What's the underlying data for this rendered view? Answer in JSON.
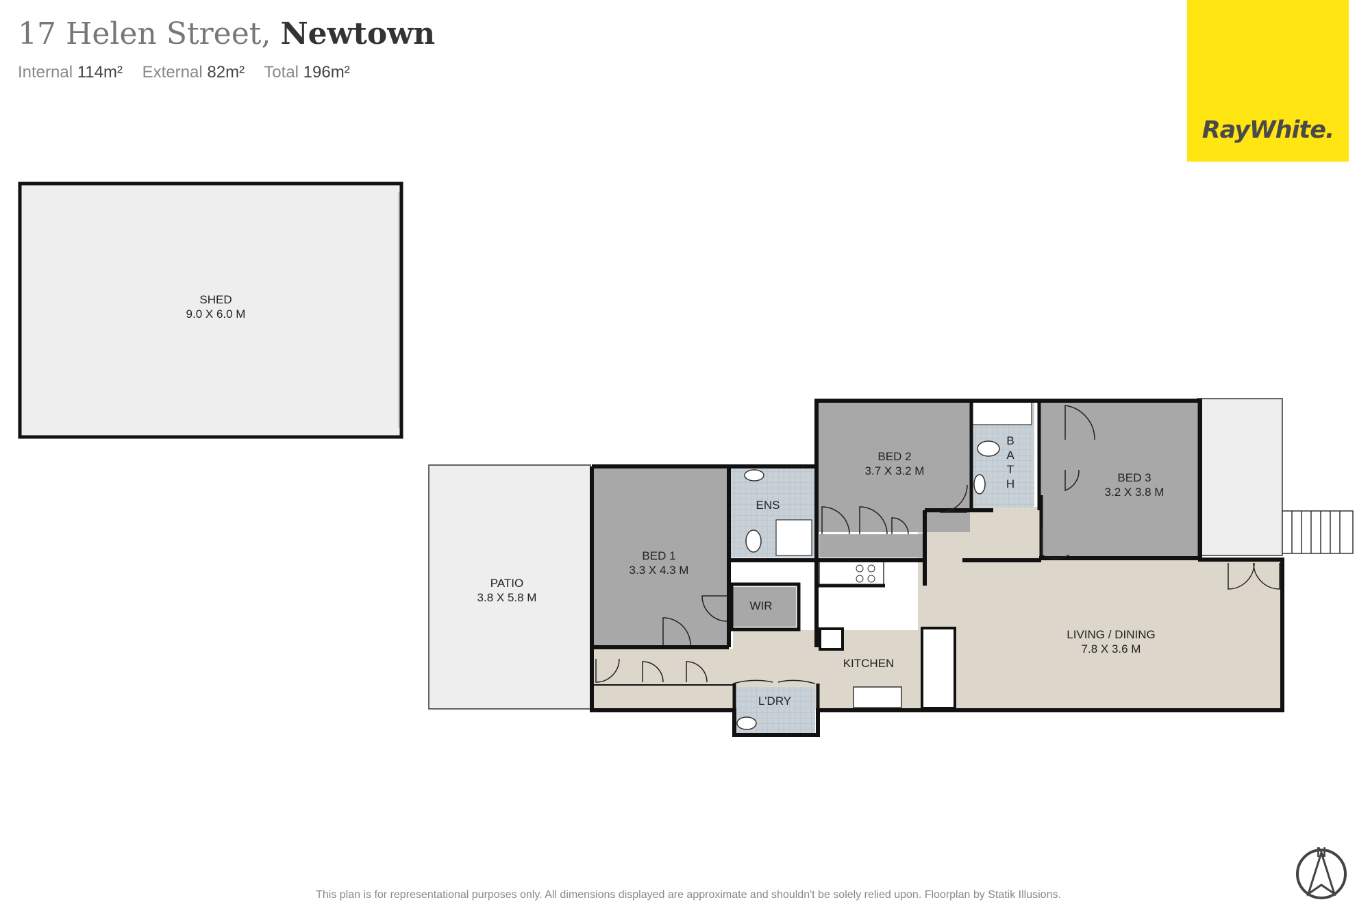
{
  "header": {
    "address_street": "17 Helen Street,",
    "address_suburb": "Newtown",
    "internal_label": "Internal",
    "internal_value": "114m²",
    "external_label": "External",
    "external_value": "82m²",
    "total_label": "Total",
    "total_value": "196m²"
  },
  "logo": {
    "text": "RayWhite.",
    "color": "#ffe512"
  },
  "rooms": {
    "shed": {
      "name": "SHED",
      "dims": "9.0 X 6.0 M"
    },
    "patio": {
      "name": "PATIO",
      "dims": "3.8 X 5.8 M"
    },
    "bed1": {
      "name": "BED 1",
      "dims": "3.3 X 4.3 M"
    },
    "ens": {
      "name": "ENS"
    },
    "wir": {
      "name": "WIR"
    },
    "bed2": {
      "name": "BED 2",
      "dims": "3.7 X 3.2 M"
    },
    "bath": {
      "letters": [
        "B",
        "A",
        "T",
        "H"
      ]
    },
    "bed3": {
      "name": "BED 3",
      "dims": "3.2 X 3.8 M"
    },
    "kitchen": {
      "name": "KITCHEN"
    },
    "laundry": {
      "name": "L'DRY"
    },
    "living": {
      "name": "LIVING / DINING",
      "dims": "7.8 X 3.6 M"
    }
  },
  "colors": {
    "wall": "#111111",
    "bedroom": "#a8a8a8",
    "living": "#ddd6cb",
    "wet": "#c9d1d8",
    "external": "#eeeeee"
  },
  "compass": {
    "letter": "N"
  },
  "footer": {
    "text": "This plan is for representational purposes only. All dimensions displayed are approximate and shouldn't be solely relied upon. Floorplan by Statik Illusions."
  }
}
